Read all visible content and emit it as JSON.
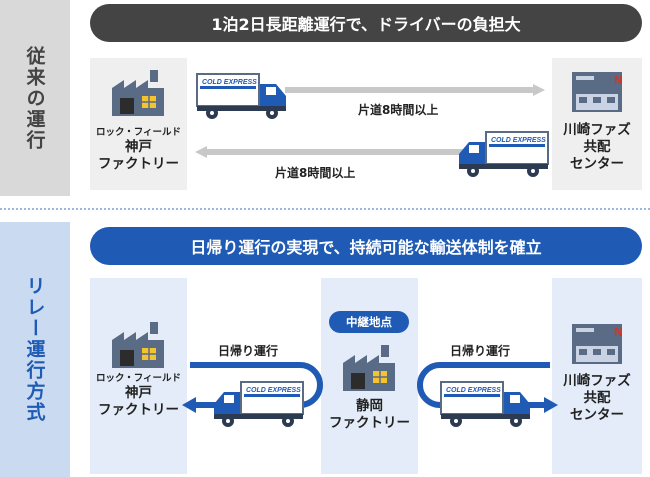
{
  "top": {
    "side_label": "従来の運行",
    "banner": "1泊2日長距離運行で、ドライバーの負担大",
    "left_sub": "ロック・フィールド",
    "left_main": [
      "神戸",
      "ファクトリー"
    ],
    "right_main": [
      "川崎ファズ",
      "共配",
      "センター"
    ],
    "route_out": "片道8時間以上",
    "route_back": "片道8時間以上"
  },
  "bottom": {
    "side_label": "リレー運行方式",
    "banner": "日帰り運行の実現で、持続可能な輸送体制を確立",
    "left_sub": "ロック・フィールド",
    "left_main": [
      "神戸",
      "ファクトリー"
    ],
    "mid_badge": "中継地点",
    "mid_main": [
      "静岡",
      "ファクトリー"
    ],
    "right_main": [
      "川崎ファズ",
      "共配",
      "センター"
    ],
    "leg_left": "日帰り運行",
    "leg_right": "日帰り運行"
  },
  "truck_brand": "COLD EXPRESS",
  "center_logo": "N",
  "colors": {
    "brand_blue": "#1f5bb5",
    "arrow_gray": "#c8c8c8",
    "dark": "#444444"
  }
}
